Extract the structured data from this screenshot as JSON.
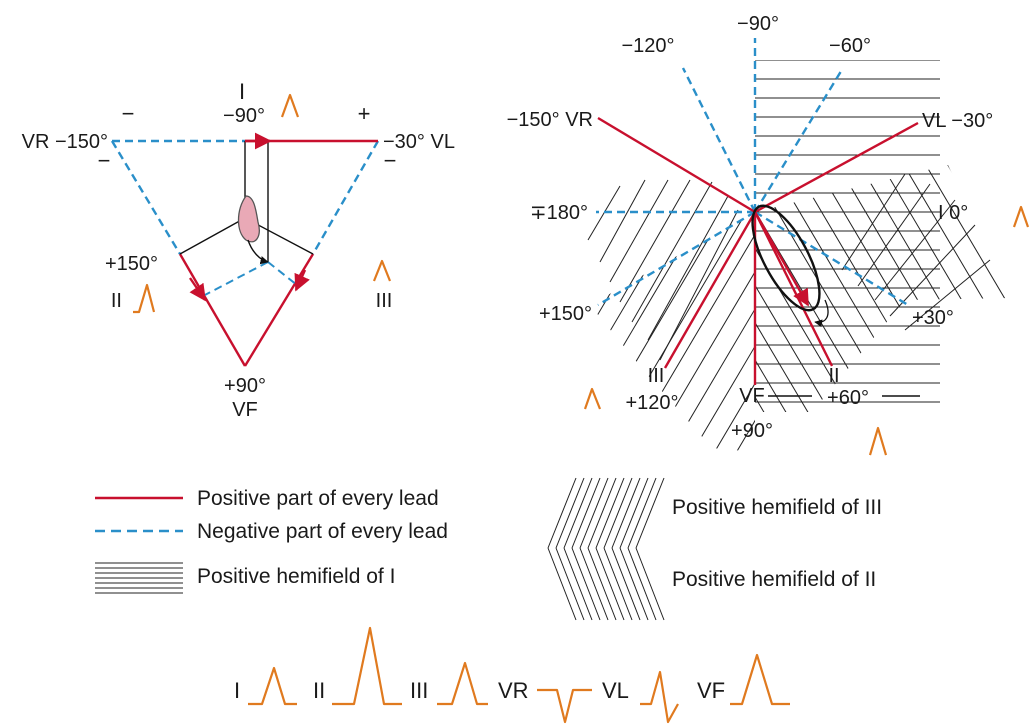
{
  "triangle": {
    "lead_I": "I",
    "minus_90": "−90°",
    "minus_left": "−",
    "plus_right": "+",
    "vr_label": "VR −150°",
    "vl_label": "−30° VL",
    "minus_vr_below": "−",
    "minus_vl_below": "−",
    "plus_150": "+150°",
    "lead_II": "II",
    "lead_III": "III",
    "plus_90": "+90°",
    "vf_label": "VF"
  },
  "hexaxial": {
    "minus_120": "−120°",
    "minus_90": "−90°",
    "minus_60": "−60°",
    "minus_150_vr": "−150° VR",
    "vl_minus_30": "VL −30°",
    "pm_180": "∓180°",
    "i_0": "I  0°",
    "plus_150": "+150°",
    "plus_30": "+30°",
    "lead_III": "III",
    "plus_120": "+120°",
    "vf": "VF",
    "lead_II": "II",
    "plus_60": "+60°",
    "plus_90": "+90°"
  },
  "legend": {
    "positive_part": "Positive part of every lead",
    "negative_part": "Negative part of every lead",
    "hemifield_I": "Positive hemifield of I",
    "hemifield_III": "Positive hemifield of III",
    "hemifield_II": "Positive hemifield of II"
  },
  "ecg_strip": {
    "leads": [
      "I",
      "II",
      "III",
      "VR",
      "VL",
      "VF"
    ]
  },
  "colors": {
    "positive": "#c8102e",
    "negative": "#2a8fc9",
    "wave": "#e07a1f"
  }
}
